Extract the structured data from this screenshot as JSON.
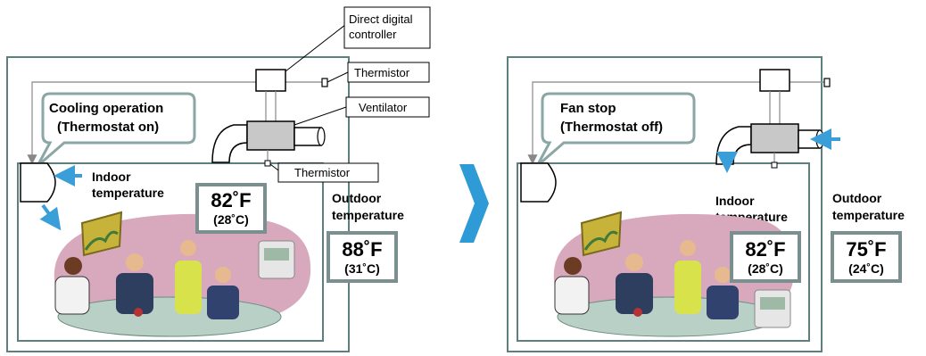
{
  "left": {
    "callout": {
      "line1": "Cooling operation",
      "line2": "(Thermostat on)"
    },
    "labels": {
      "controller_line1": "Direct digital",
      "controller_line2": "controller",
      "thermistor_top": "Thermistor",
      "ventilator": "Ventilator",
      "thermistor_bottom": "Thermistor"
    },
    "indoor": {
      "line1": "Indoor",
      "line2": "temperature",
      "temp_f": "82˚F",
      "temp_c": "(28˚C)"
    },
    "outdoor": {
      "line1": "Outdoor",
      "line2": "temperature",
      "temp_f": "88˚F",
      "temp_c": "(31˚C)"
    }
  },
  "right": {
    "callout": {
      "line1": "Fan stop",
      "line2": "(Thermostat off)"
    },
    "indoor": {
      "line1": "Indoor",
      "line2": "temperature",
      "temp_f": "82˚F",
      "temp_c": "(28˚C)"
    },
    "outdoor": {
      "line1": "Outdoor",
      "line2": "temperature",
      "temp_f": "75˚F",
      "temp_c": "(24˚C)"
    }
  },
  "colors": {
    "frame": "#5e7f7f",
    "arrow": "#3a9fd9",
    "transition_arrow": "#2e9ad6",
    "temp_box_border": "#7a8f8f",
    "room_bg": "#d8a9bd"
  }
}
